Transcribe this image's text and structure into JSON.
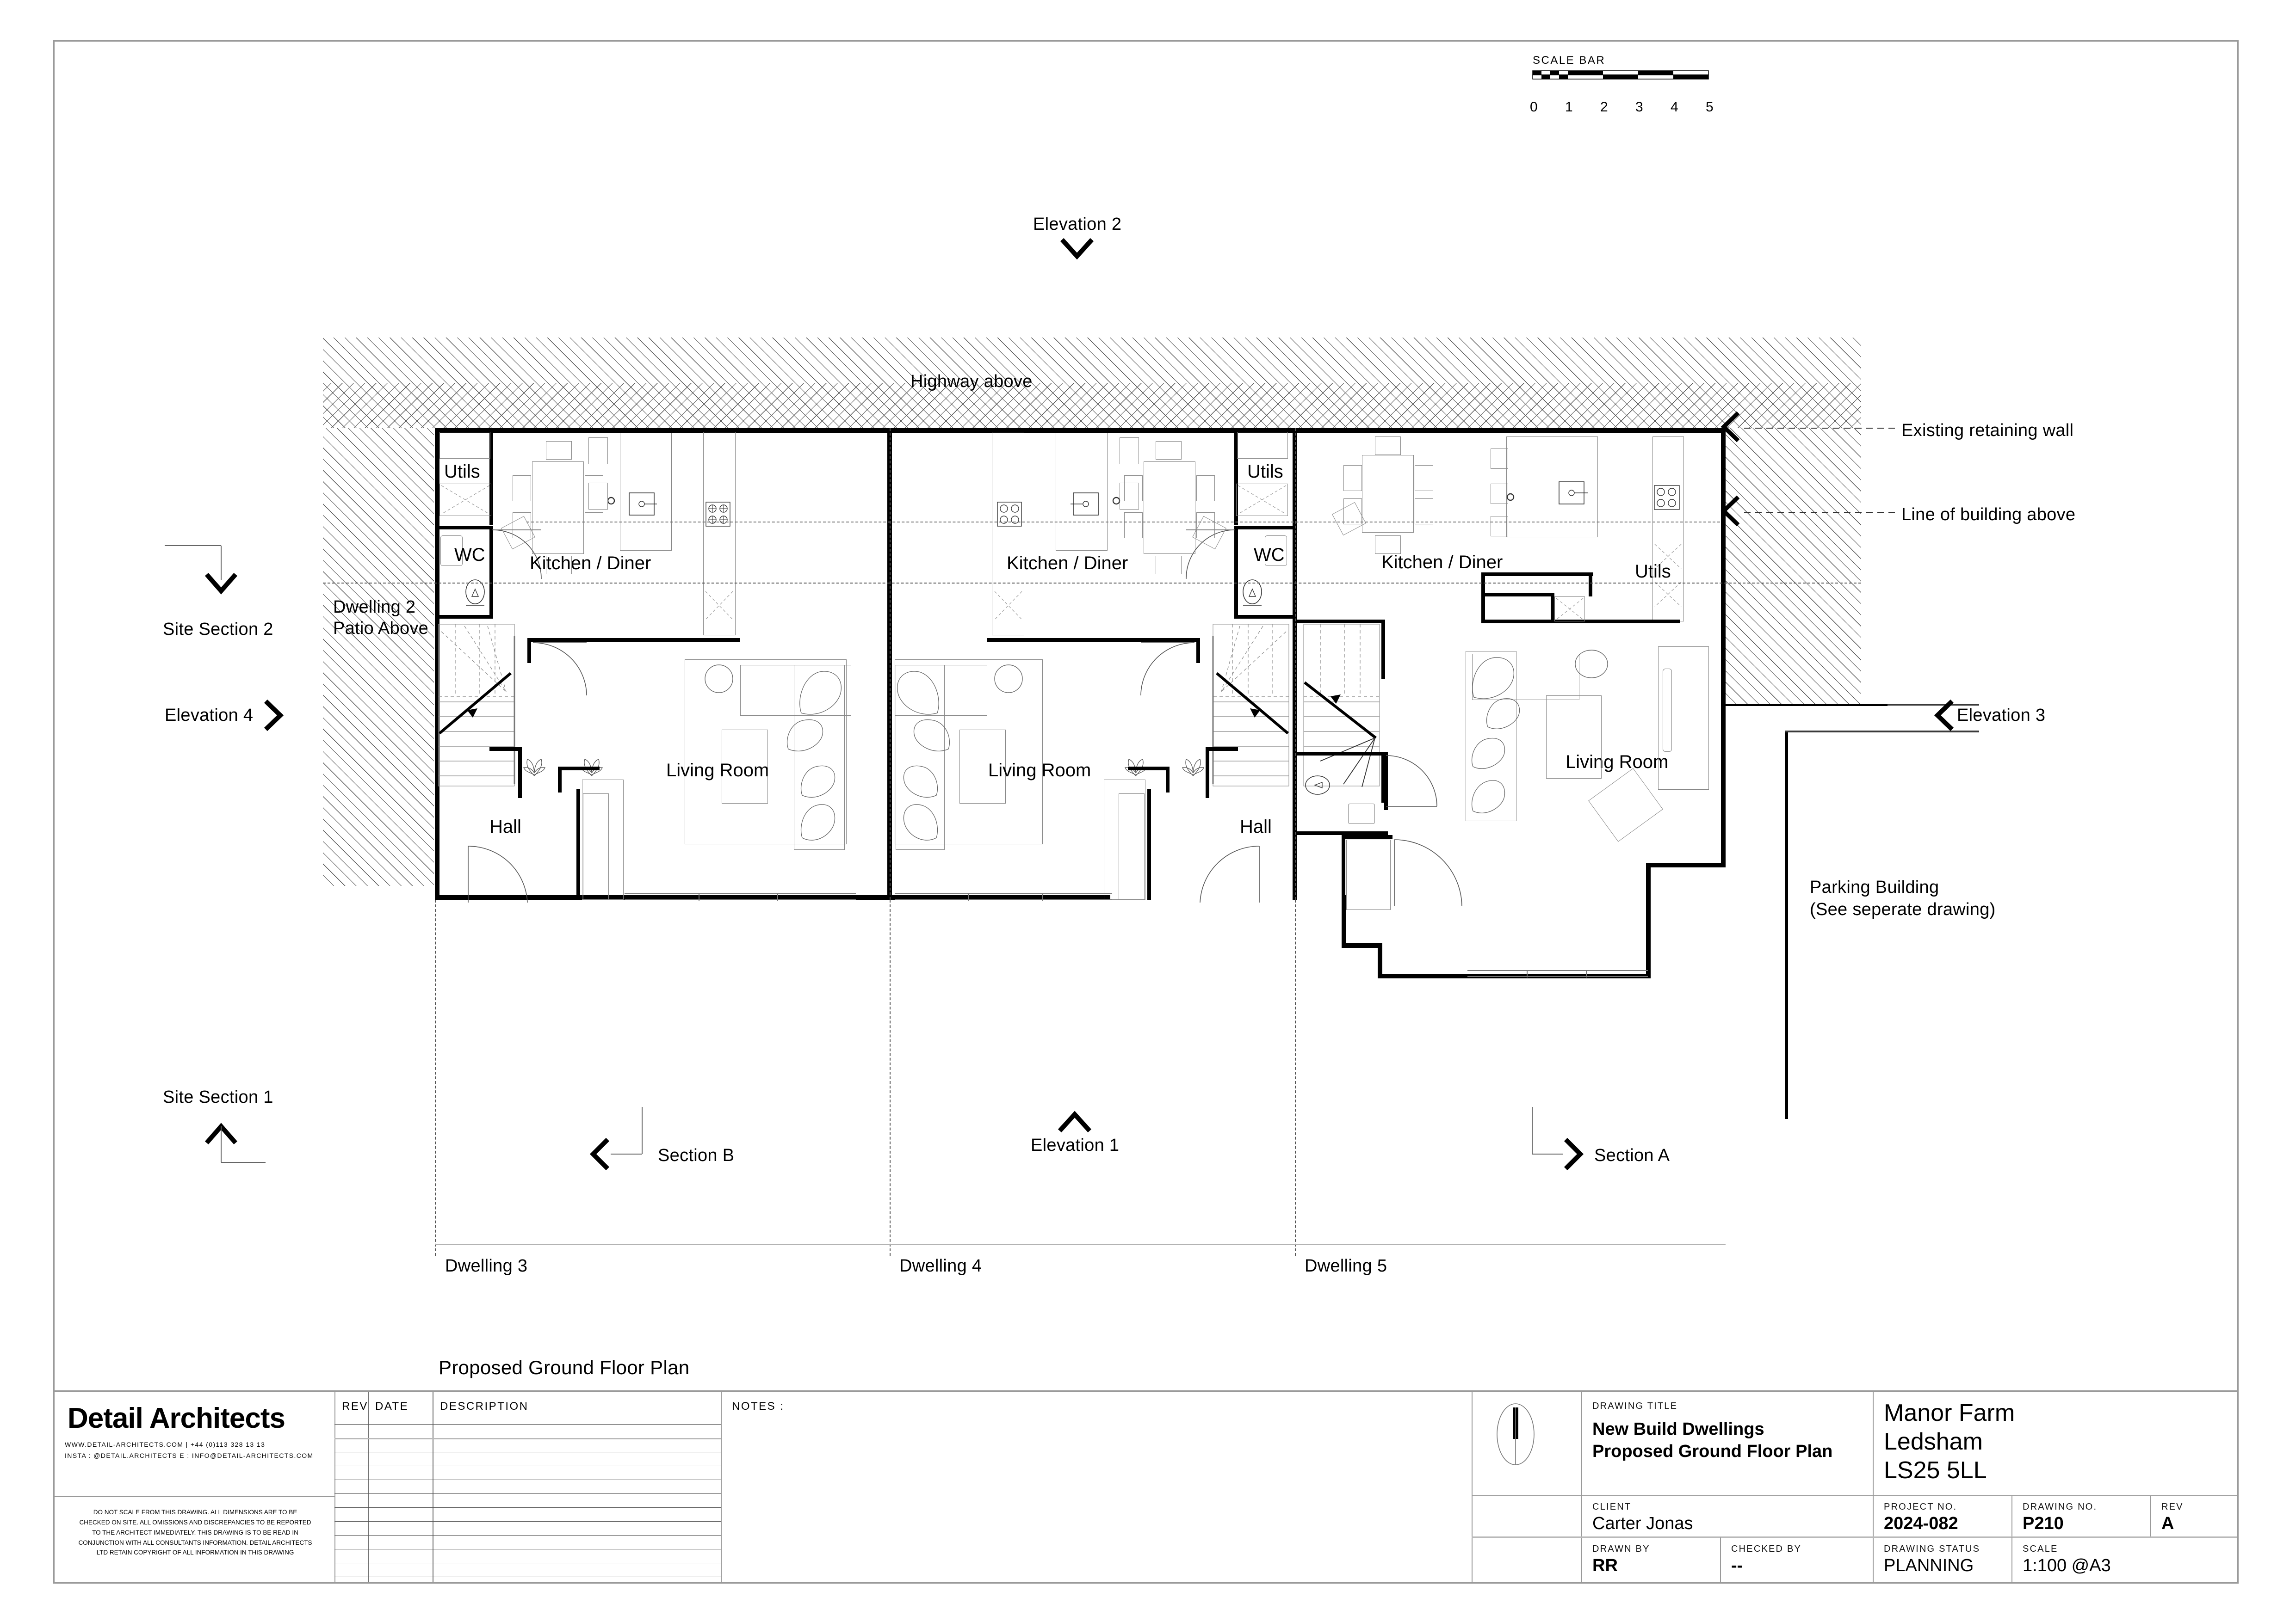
{
  "sheet": {
    "scale_bar": {
      "caption": "SCALE BAR",
      "ticks": [
        "0",
        "1",
        "2",
        "3",
        "4",
        "5"
      ]
    }
  },
  "plan": {
    "drawing_caption": "Proposed Ground Floor Plan",
    "site_notes": {
      "highway_above": "Highway above",
      "existing_retaining_wall": "Existing retaining wall",
      "line_of_building_above": "Line of building above",
      "dwelling2_patio_above": "Dwelling 2\nPatio Above",
      "dwelling2_patio_l1": "Dwelling 2",
      "dwelling2_patio_l2": "Patio Above",
      "parking_l1": "Parking Building",
      "parking_l2": "(See seperate drawing)"
    },
    "markers": {
      "elevation_1": "Elevation 1",
      "elevation_2": "Elevation 2",
      "elevation_3": "Elevation 3",
      "elevation_4": "Elevation 4",
      "section_a": "Section A",
      "section_b": "Section B",
      "site_section_1": "Site Section 1",
      "site_section_2": "Site Section 2"
    },
    "dwelling_labels": [
      "Dwelling 3",
      "Dwelling 4",
      "Dwelling 5"
    ],
    "rooms": {
      "d3": [
        {
          "name": "Utils"
        },
        {
          "name": "WC"
        },
        {
          "name": "Kitchen / Diner"
        },
        {
          "name": "Living Room"
        },
        {
          "name": "Hall"
        }
      ],
      "d4": [
        {
          "name": "Utils"
        },
        {
          "name": "WC"
        },
        {
          "name": "Kitchen / Diner"
        },
        {
          "name": "Living Room"
        },
        {
          "name": "Hall"
        }
      ],
      "d5": [
        {
          "name": "Utils"
        },
        {
          "name": "Kitchen / Diner"
        },
        {
          "name": "Living Room"
        }
      ]
    }
  },
  "titleblock": {
    "practice_name": "Detail Architects",
    "contact_line_1": "WWW.DETAIL-ARCHITECTS.COM | +44 (0)113 328 13 13",
    "contact_line_2": "INSTA : @DETAIL.ARCHITECTS    E : INFO@DETAIL-ARCHITECTS.COM",
    "disclaimer": [
      "DO NOT SCALE FROM THIS DRAWING. ALL DIMENSIONS ARE TO BE",
      "CHECKED ON SITE. ALL OMISSIONS AND DISCREPANCIES TO BE REPORTED",
      "TO THE ARCHITECT IMMEDIATELY. THIS DRAWING IS TO BE READ IN",
      "CONJUNCTION WITH ALL CONSULTANTS INFORMATION. DETAIL ARCHITECTS",
      "LTD RETAIN COPYRIGHT OF ALL INFORMATION IN THIS DRAWING"
    ],
    "revision_table": {
      "headers": [
        "REV",
        "DATE",
        "DESCRIPTION"
      ],
      "rows": []
    },
    "notes_label": "NOTES :",
    "notes_value": "",
    "drawing_title_caption": "DRAWING TITLE",
    "drawing_title_line_1": "New Build Dwellings",
    "drawing_title_line_2": "Proposed Ground Floor Plan",
    "project_address_line_1": "Manor Farm",
    "project_address_line_2": "Ledsham",
    "project_address_line_3": "LS25 5LL",
    "fields": [
      {
        "caption": "CLIENT",
        "value": "Carter Jonas"
      },
      {
        "caption": "PROJECT NO.",
        "value": "2024-082"
      },
      {
        "caption": "DRAWING NO.",
        "value": "P210"
      },
      {
        "caption": "REV",
        "value": "A"
      },
      {
        "caption": "DRAWN BY",
        "value": "RR"
      },
      {
        "caption": "CHECKED BY",
        "value": "--"
      },
      {
        "caption": "DRAWING STATUS",
        "value": "PLANNING"
      },
      {
        "caption": "SCALE",
        "value": "1:100   @A3"
      }
    ]
  }
}
